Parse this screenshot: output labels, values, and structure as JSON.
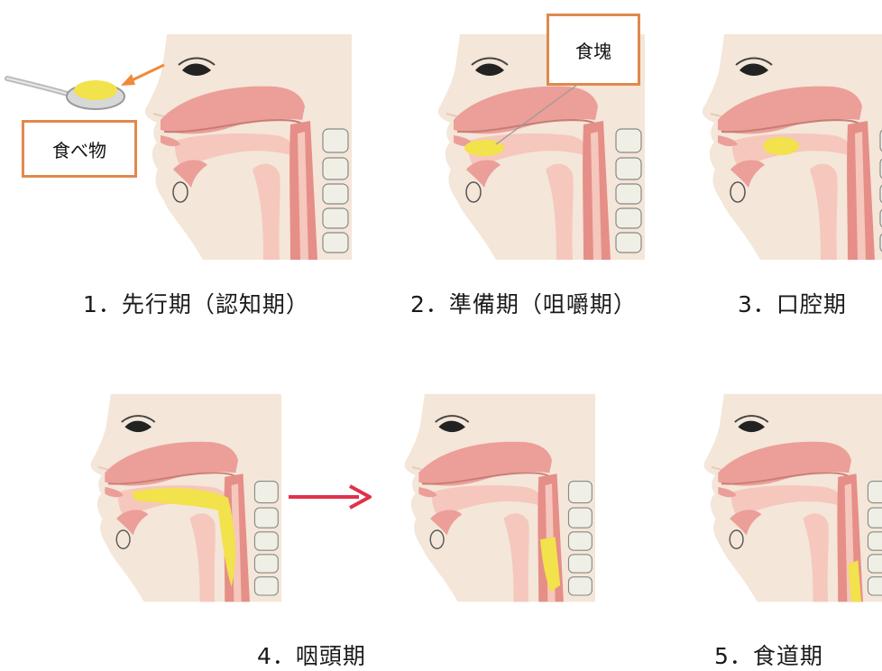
{
  "labels": {
    "food": "食べ物",
    "bolus": "食塊"
  },
  "stages": [
    {
      "caption": "1．先行期（認知期）"
    },
    {
      "caption": "2．準備期（咀嚼期）"
    },
    {
      "caption": "3．口腔期"
    },
    {
      "caption": "4．咽頭期"
    },
    {
      "caption": "5．食道期"
    }
  ],
  "colors": {
    "skin": "#f4e6d8",
    "palate": "#ec9e98",
    "airway": "#f5c7bd",
    "pharynx": "#e68e88",
    "vertebra": "#f0efe6",
    "bolus": "#f2e24b",
    "label_border": "#e0894d",
    "arrow_red": "#e0324a",
    "arrow_orange": "#ef8a3a"
  },
  "icons": {
    "spoon": "spoon-icon",
    "eye": "eye-icon",
    "transition_arrow": "arrow-right-icon",
    "food_arrow": "arrow-left-icon"
  }
}
